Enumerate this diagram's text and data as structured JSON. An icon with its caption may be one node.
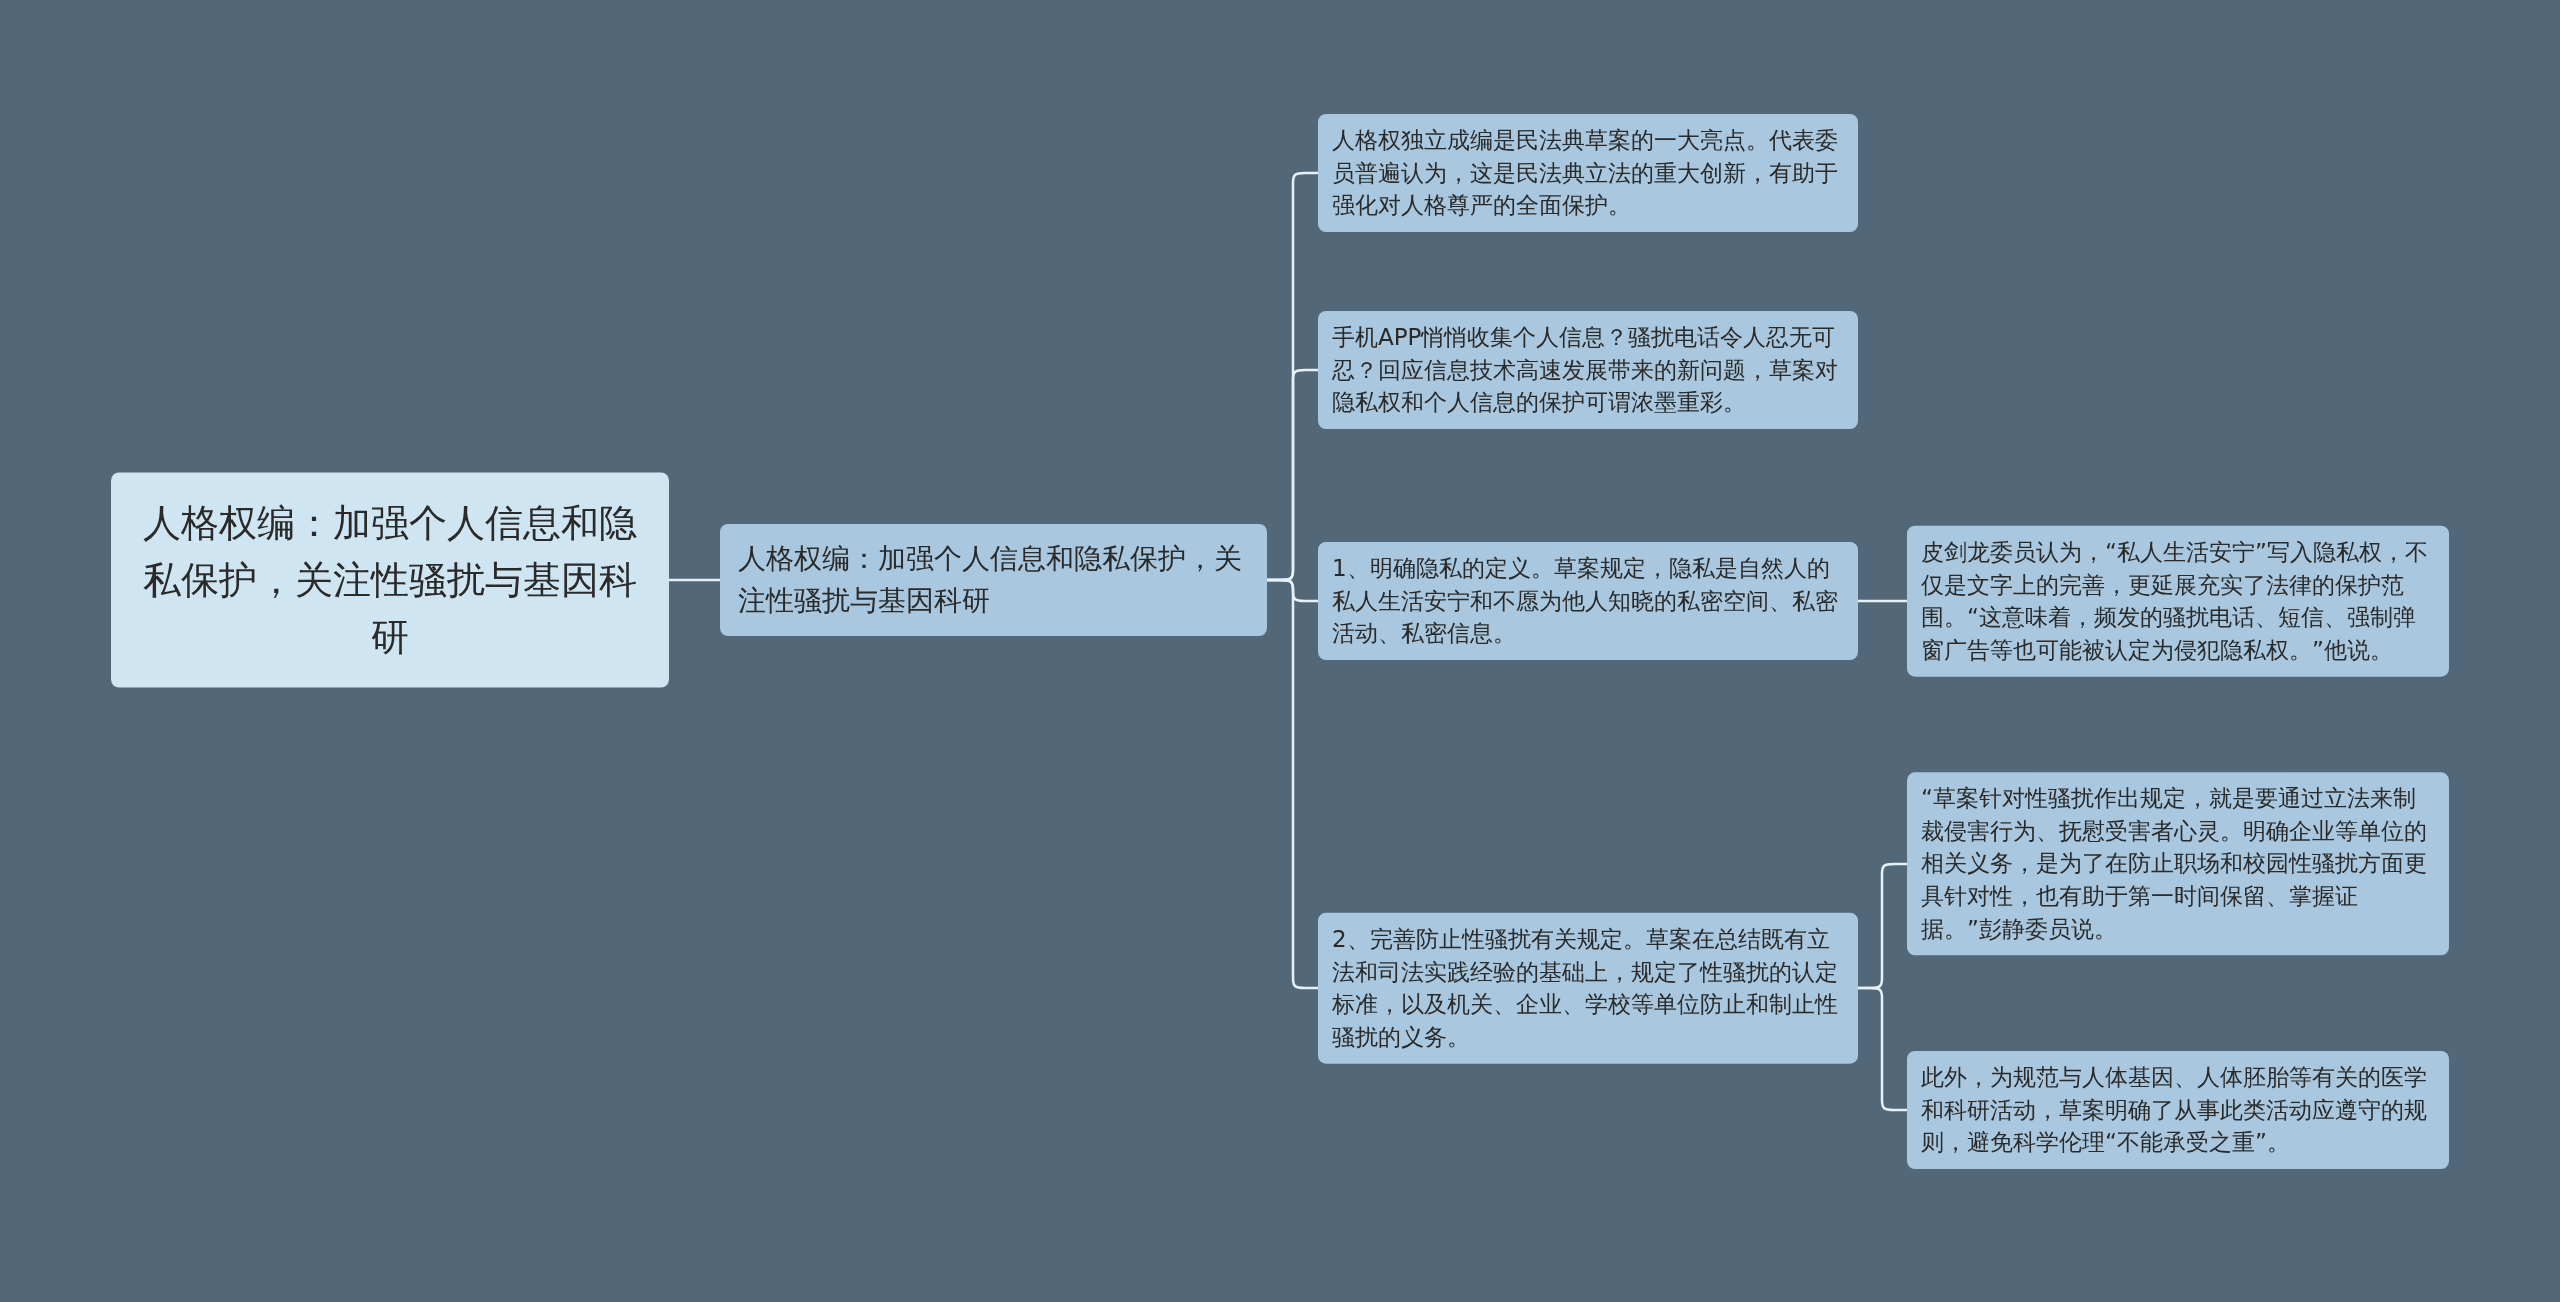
{
  "diagram": {
    "nodes": [
      {
        "text": [
          "人格权编：加强个人信息和隐私保护，关注性骚扰与基因科研"
        ]
      },
      {
        "text": [
          "人格权编：加强个人信息和隐私保护，关注性骚扰与基因科研"
        ]
      },
      {
        "text": [
          "人格权独立成编是民法典草案的一大亮点。代表委员普遍认为，这是民法典立法的重大创新，有助于强化对人格尊严的全面保护。"
        ]
      },
      {
        "text": [
          "手机APP悄悄收集个人信息？骚扰电话令人忍无可忍？回应信息技术高速发展带来的新问题，草案对隐私权和个人信息的保护可谓浓墨重彩。"
        ]
      },
      {
        "text": [
          "1、明确隐私的定义。草案规定，隐私是自然人的私人生活安宁和不愿为他人知晓的私密空间、私密活动、私密信息。"
        ]
      },
      {
        "text": [
          "2、完善防止性骚扰有关规定。草案在总结既有立法和司法实践经验的基础上，规定了性骚扰的认定标准，以及机关、企业、学校等单位防止和制止性骚扰的义务。"
        ]
      },
      {
        "text": [
          "皮剑龙委员认为，“私人生活安宁”写入隐私权，不仅是文字上的完善，更延展充实了法律的保护范围。“这意味着，频发的骚扰电话、短信、强制弹窗广告等也可能被认定为侵犯隐私权。”他说。"
        ]
      },
      {
        "text": [
          "“草案针对性骚扰作出规定，就是要通过立法来制裁侵害行为、抚慰受害者心灵。明确企业等单位的相关义务，是为了在防止职场和校园性骚扰方面更具针对性，也有助于第一时间保留、掌握证据。”彭静委员说。"
        ]
      },
      {
        "text": [
          "此外，为规范与人体基因、人体胚胎等有关的医学和科研活动，草案明确了从事此类活动应遵守的规则，避免科学伦理“不能承受之重”。"
        ]
      }
    ],
    "edges": [
      {
        "from": 0,
        "to": 1,
        "arrow": "none"
      },
      {
        "from": 1,
        "to": 2,
        "arrow": "none"
      },
      {
        "from": 1,
        "to": 3,
        "arrow": "none"
      },
      {
        "from": 1,
        "to": 4,
        "arrow": "none"
      },
      {
        "from": 1,
        "to": 5,
        "arrow": "none"
      },
      {
        "from": 4,
        "to": 6,
        "arrow": "none"
      },
      {
        "from": 5,
        "to": 7,
        "arrow": "none"
      },
      {
        "from": 5,
        "to": 8,
        "arrow": "none"
      }
    ]
  }
}
